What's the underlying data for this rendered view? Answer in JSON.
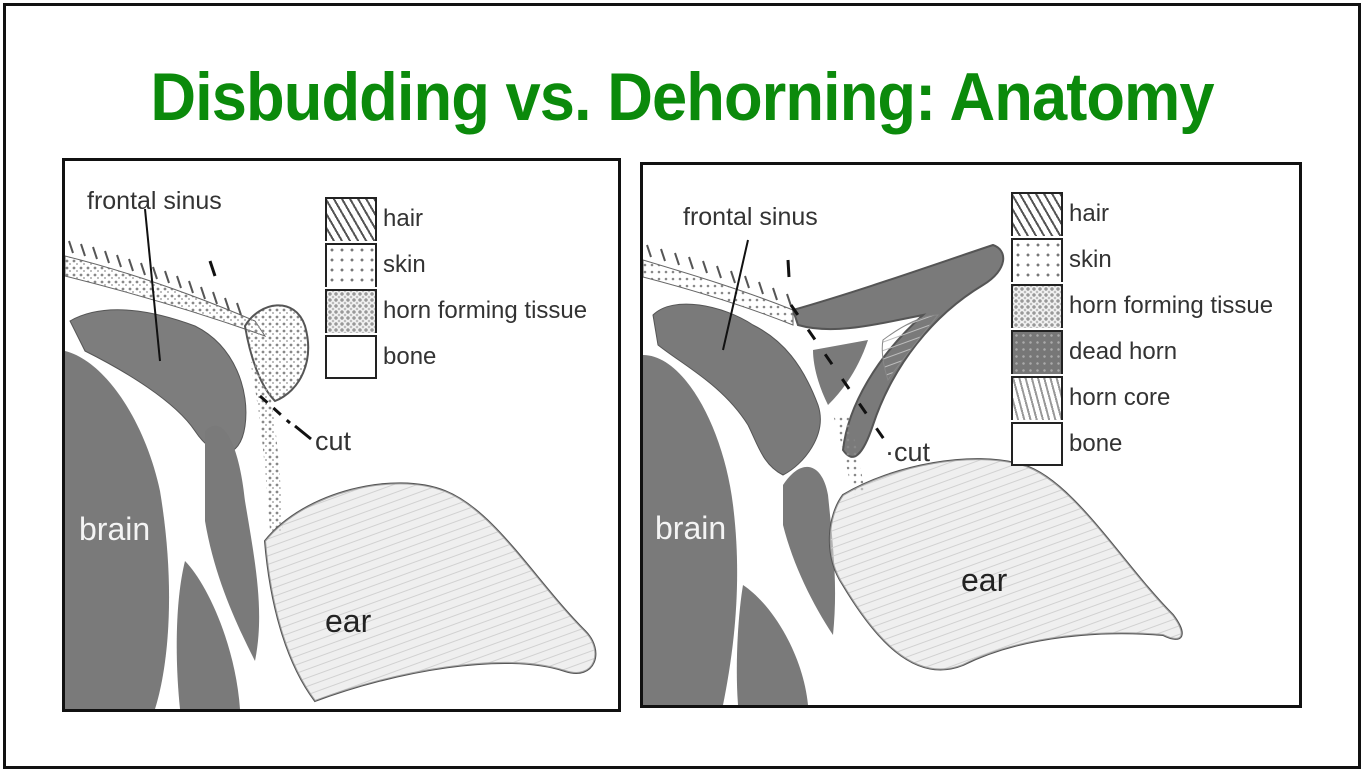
{
  "title": "Disbudding vs. Dehorning: Anatomy",
  "colors": {
    "title": "#0b8a0b",
    "dark_tissue": "#7a7a7a",
    "ear_fill": "#d8d8d8",
    "outline": "#111111"
  },
  "panels": [
    {
      "id": "disbudding",
      "labels": {
        "frontal_sinus": "frontal sinus",
        "cut": "cut",
        "brain": "brain",
        "ear": "ear"
      },
      "legend": [
        {
          "swatch": "hair-pattern",
          "label": "hair"
        },
        {
          "swatch": "skin-pattern",
          "label": "skin"
        },
        {
          "swatch": "horn-forming-tissue-pattern",
          "label": "horn forming tissue"
        },
        {
          "swatch": "bone-pattern",
          "label": "bone"
        }
      ]
    },
    {
      "id": "dehorning",
      "labels": {
        "frontal_sinus": "frontal sinus",
        "cut": "·cut",
        "brain": "brain",
        "ear": "ear"
      },
      "legend": [
        {
          "swatch": "hair-pattern",
          "label": "hair"
        },
        {
          "swatch": "skin-pattern",
          "label": "skin"
        },
        {
          "swatch": "horn-forming-tissue-pattern",
          "label": "horn forming tissue"
        },
        {
          "swatch": "dead-horn-pattern",
          "label": "dead horn"
        },
        {
          "swatch": "horn-core-pattern",
          "label": "horn core"
        },
        {
          "swatch": "bone-pattern",
          "label": "bone"
        }
      ]
    }
  ]
}
